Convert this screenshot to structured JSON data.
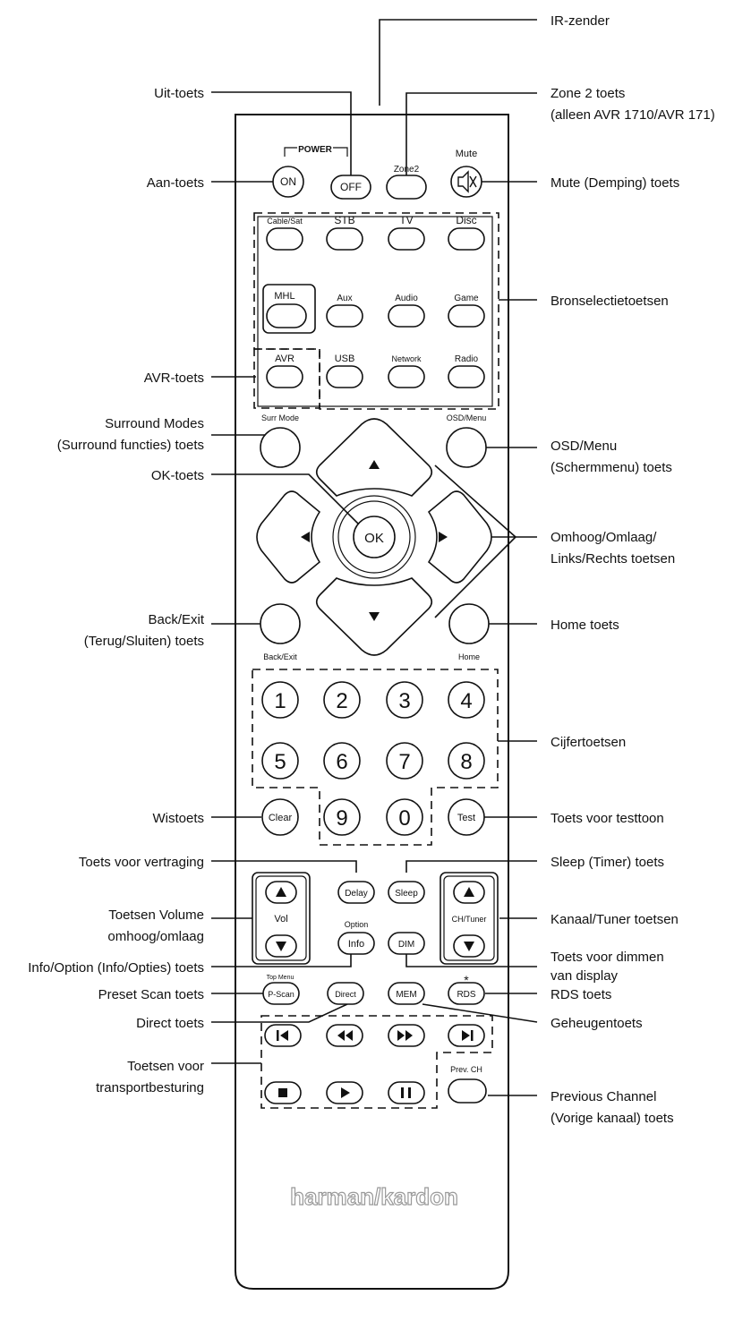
{
  "callouts": {
    "ir_zender": "IR-zender",
    "uit_toets": "Uit-toets",
    "zone2_line1": "Zone 2 toets",
    "zone2_line2": "(alleen AVR 1710/AVR 171)",
    "aan_toets": "Aan-toets",
    "mute_toets": "Mute (Demping) toets",
    "bronselectie": "Bronselectietoetsen",
    "avr_toets": "AVR-toets",
    "surround_line1": "Surround Modes",
    "surround_line2": "(Surround functies) toets",
    "osd_line1": "OSD/Menu",
    "osd_line2": "(Schermmenu) toets",
    "ok_toets": "OK-toets",
    "nav_line1": "Omhoog/Omlaag/",
    "nav_line2": "Links/Rechts toetsen",
    "back_line1": "Back/Exit",
    "back_line2": "(Terug/Sluiten) toets",
    "home_toets": "Home toets",
    "cijfertoetsen": "Cijfertoetsen",
    "wistoets": "Wistoets",
    "testtoon": "Toets voor testtoon",
    "vertraging": "Toets voor vertraging",
    "sleep": "Sleep (Timer) toets",
    "volume_line1": "Toetsen Volume",
    "volume_line2": "omhoog/omlaag",
    "kanaal_tuner": "Kanaal/Tuner toetsen",
    "dim_line1": "Toets voor dimmen",
    "dim_line2": "van display",
    "info_option": "Info/Option (Info/Opties) toets",
    "preset_scan": "Preset Scan toets",
    "rds": "RDS toets",
    "direct_toets": "Direct toets",
    "geheugen": "Geheugentoets",
    "transport_line1": "Toetsen voor",
    "transport_line2": "transportbesturing",
    "prevch_line1": "Previous Channel",
    "prevch_line2": "(Vorige kanaal) toets"
  },
  "remote": {
    "power_label": "POWER",
    "on": "ON",
    "off": "OFF",
    "zone2": "Zone2",
    "mute": "Mute",
    "cable_sat": "Cable/Sat",
    "stb": "STB",
    "tv": "TV",
    "disc": "Disc",
    "mhl": "MHL",
    "aux": "Aux",
    "audio": "Audio",
    "game": "Game",
    "avr": "AVR",
    "usb": "USB",
    "network": "Network",
    "radio": "Radio",
    "surr_mode": "Surr Mode",
    "osd_menu": "OSD/Menu",
    "ok": "OK",
    "back_exit": "Back/Exit",
    "home": "Home",
    "digits": [
      "1",
      "2",
      "3",
      "4",
      "5",
      "6",
      "7",
      "8",
      "9",
      "0"
    ],
    "clear": "Clear",
    "test": "Test",
    "delay": "Delay",
    "sleep": "Sleep",
    "vol": "Vol",
    "ch_tuner": "CH/Tuner",
    "option": "Option",
    "info": "Info",
    "dim": "DIM",
    "top_menu": "Top Menu",
    "p_scan": "P-Scan",
    "direct": "Direct",
    "mem": "MEM",
    "rds_star": "*",
    "rds": "RDS",
    "prev_ch": "Prev. CH",
    "brand": "harman/kardon"
  }
}
